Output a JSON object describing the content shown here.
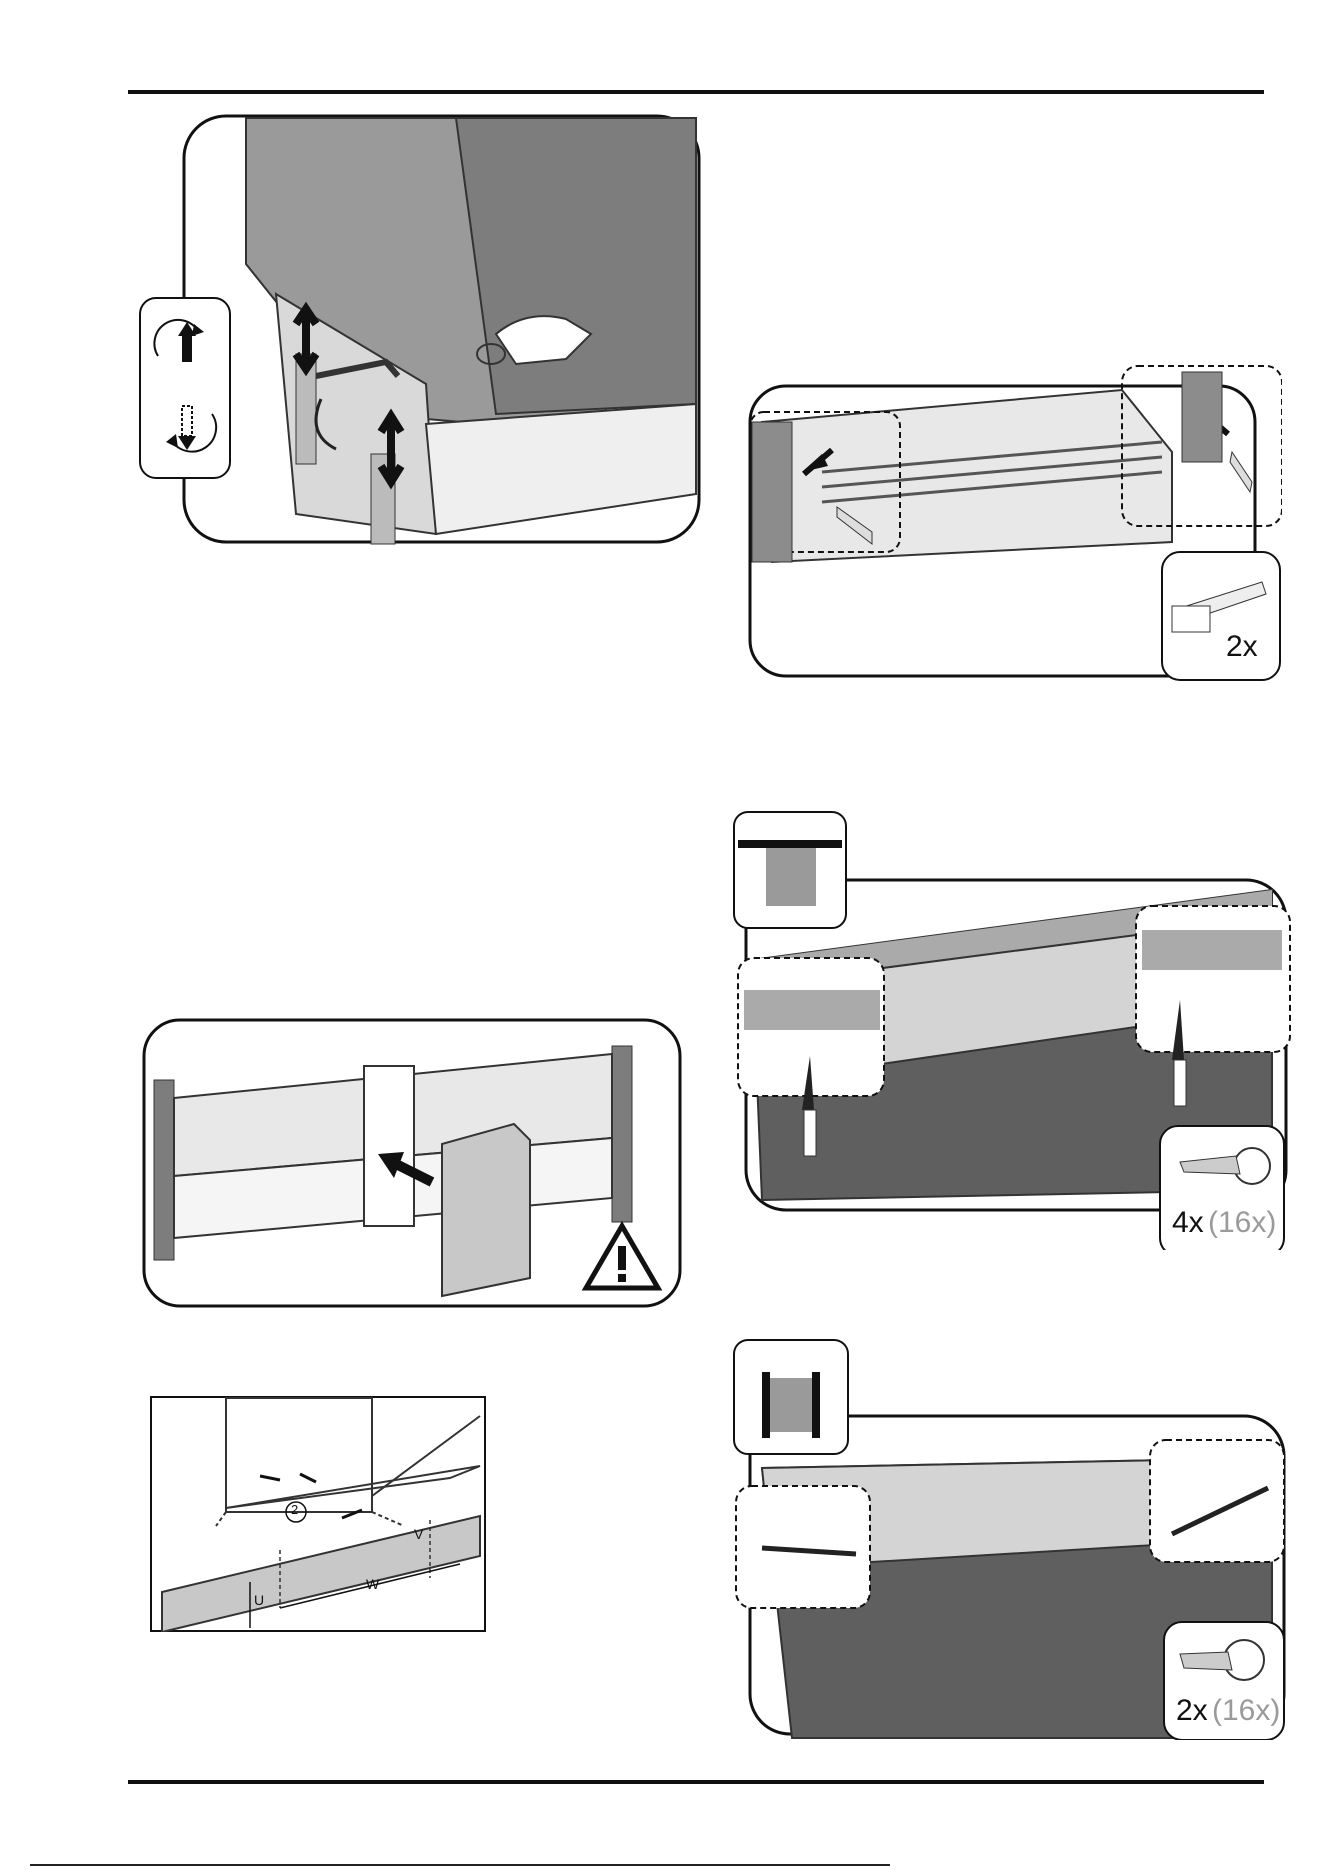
{
  "panels": {
    "bracket_insert": {
      "count_label": "2x"
    },
    "screw_top": {
      "count_primary": "4x",
      "count_secondary": "(16x)"
    },
    "screw_side": {
      "count_primary": "2x",
      "count_secondary": "(16x)"
    },
    "plinth_dims": {
      "callout_number": "2",
      "dim_u": "U",
      "dim_v": "V",
      "dim_w": "W"
    }
  },
  "colors": {
    "ink": "#111111",
    "secondary_count": "#9a9a9a",
    "panel_gray": "#c8c8c8",
    "dark_gray": "#555555"
  }
}
